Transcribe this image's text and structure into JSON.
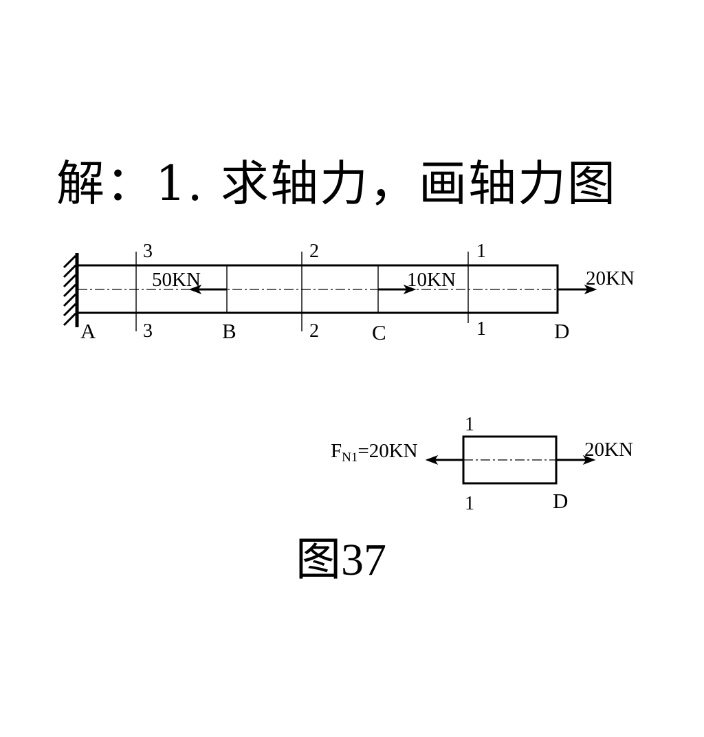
{
  "heading": "解：1. 求轴力，画轴力图",
  "caption": "图37",
  "beam": {
    "points": {
      "A": "A",
      "B": "B",
      "C": "C",
      "D": "D"
    },
    "sections": {
      "s3": "3",
      "s2": "2",
      "s1": "1"
    },
    "loads": {
      "B": "50KN",
      "C": "10KN",
      "D": "20KN"
    }
  },
  "free_body": {
    "section": "1",
    "end": "D",
    "internal_force_symbol": "F",
    "internal_force_subscript": "N1",
    "internal_force_value": "=20KN",
    "external_load": "20KN"
  }
}
